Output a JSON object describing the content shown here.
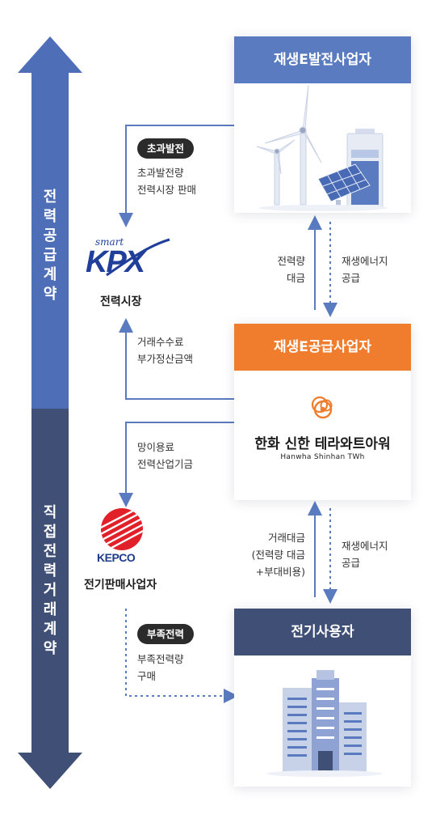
{
  "side_bar": {
    "upper_label": "전력공급계약",
    "lower_label": "직접전력거래계약",
    "colors": {
      "upper": "#4e6fb7",
      "lower": "#3f4f75"
    }
  },
  "entities": {
    "generator": {
      "title": "재생E발전사업자",
      "color": "#5b7bc0",
      "illustration": "wind-solar-battery-icon"
    },
    "supplier": {
      "title": "재생E공급사업자",
      "color": "#f07d2d",
      "company_ko": "한화 신한 테라와트아워",
      "company_en": "Hanwha Shinhan TWh",
      "logo": "hanwha-logo-icon"
    },
    "consumer": {
      "title": "전기사용자",
      "color": "#3f4f75",
      "illustration": "office-building-icon"
    },
    "kpx": {
      "logo_smart": "smart",
      "logo_text": "KPX",
      "label": "전력시장"
    },
    "kepco": {
      "logo_text": "KEPCO",
      "label": "전기판매사업자"
    }
  },
  "flows": {
    "surplus": {
      "badge": "초과발전",
      "lines": [
        "초과발전량",
        "전력시장 판매"
      ]
    },
    "fee": {
      "lines": [
        "거래수수료",
        "부가정산금액"
      ]
    },
    "network": {
      "lines": [
        "망이용료",
        "전력산업기금"
      ]
    },
    "shortage": {
      "badge": "부족전력",
      "lines": [
        "부족전력량",
        "구매"
      ]
    },
    "gen_payment": {
      "lines": [
        "전력량",
        "대금"
      ]
    },
    "gen_supply": {
      "lines": [
        "재생에너지",
        "공급"
      ]
    },
    "user_payment": {
      "lines": [
        "거래대금",
        "(전력량 대금",
        "+부대비용)"
      ]
    },
    "user_supply": {
      "lines": [
        "재생에너지",
        "공급"
      ]
    }
  }
}
